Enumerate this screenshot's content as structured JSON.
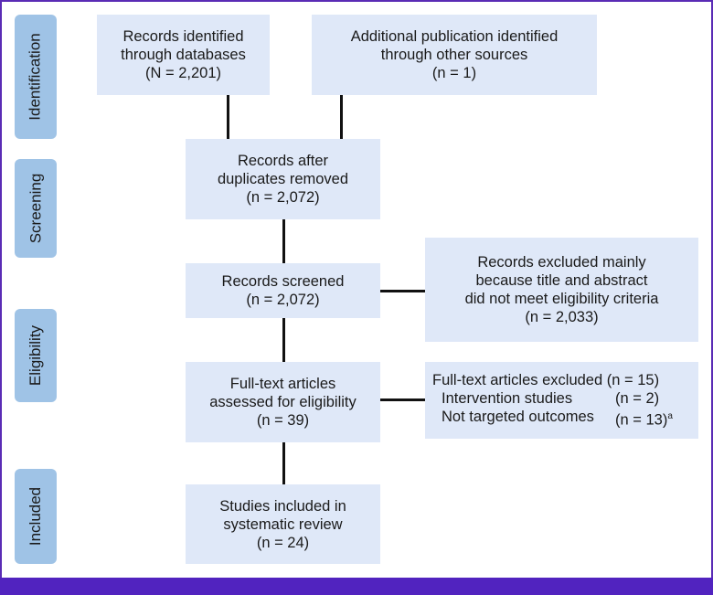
{
  "stages": {
    "identification": "Identification",
    "screening": "Screening",
    "eligibility": "Eligibility",
    "included": "Included"
  },
  "boxes": {
    "db_records": [
      "Records identified",
      "through databases",
      "(N = 2,201)"
    ],
    "other_sources": [
      "Additional publication identified",
      "through other sources",
      "(n = 1)"
    ],
    "after_duplicates": [
      "Records after",
      "duplicates removed",
      "(n = 2,072)"
    ],
    "screened": [
      "Records screened",
      "(n = 2,072)"
    ],
    "excluded_screening": [
      "Records excluded mainly",
      "because title and abstract",
      "did not meet eligibility criteria",
      "(n = 2,033)"
    ],
    "fulltext_assessed": [
      "Full-text articles",
      "assessed for eligibility",
      "(n = 39)"
    ],
    "fulltext_excluded": {
      "header": "Full-text articles excluded (n = 15)",
      "rows": [
        {
          "label": "Intervention studies",
          "count": "(n = 2)",
          "note": ""
        },
        {
          "label": "Not targeted outcomes",
          "count": "(n = 13)",
          "note": "a"
        }
      ]
    },
    "included": [
      "Studies included in",
      "systematic review",
      "(n = 24)"
    ]
  }
}
